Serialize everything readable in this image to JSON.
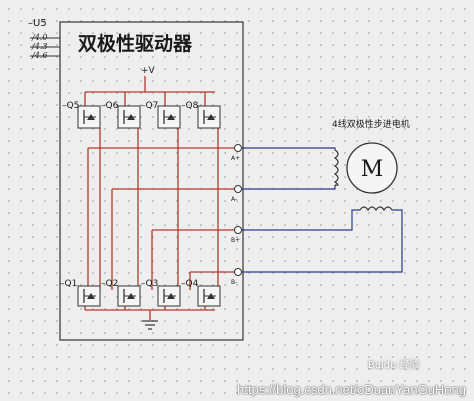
{
  "diagram": {
    "title": "双极性驱动器",
    "part_ref": "U5",
    "pins_left": [
      "/4.0",
      "/4.3",
      "/4.6"
    ],
    "supply_label": "+V",
    "motor_label": "4线双极性步进电机",
    "motor_symbol": "M",
    "transistors": {
      "top_row": [
        "Q5",
        "Q6",
        "Q7",
        "Q8"
      ],
      "bottom_row": [
        "Q1",
        "Q2",
        "Q3",
        "Q4"
      ]
    },
    "outputs": [
      "A+",
      "A-",
      "B+",
      "B-"
    ]
  },
  "watermark": {
    "logo_text": "Baidu 经验",
    "url": "https://blog.csdn.net/oDuanYanGuHong"
  },
  "colors": {
    "wire_red": "#b33a2a",
    "wire_blue": "#2c3a8c",
    "ink": "#1a1a1a",
    "background": "#eeeeee"
  }
}
